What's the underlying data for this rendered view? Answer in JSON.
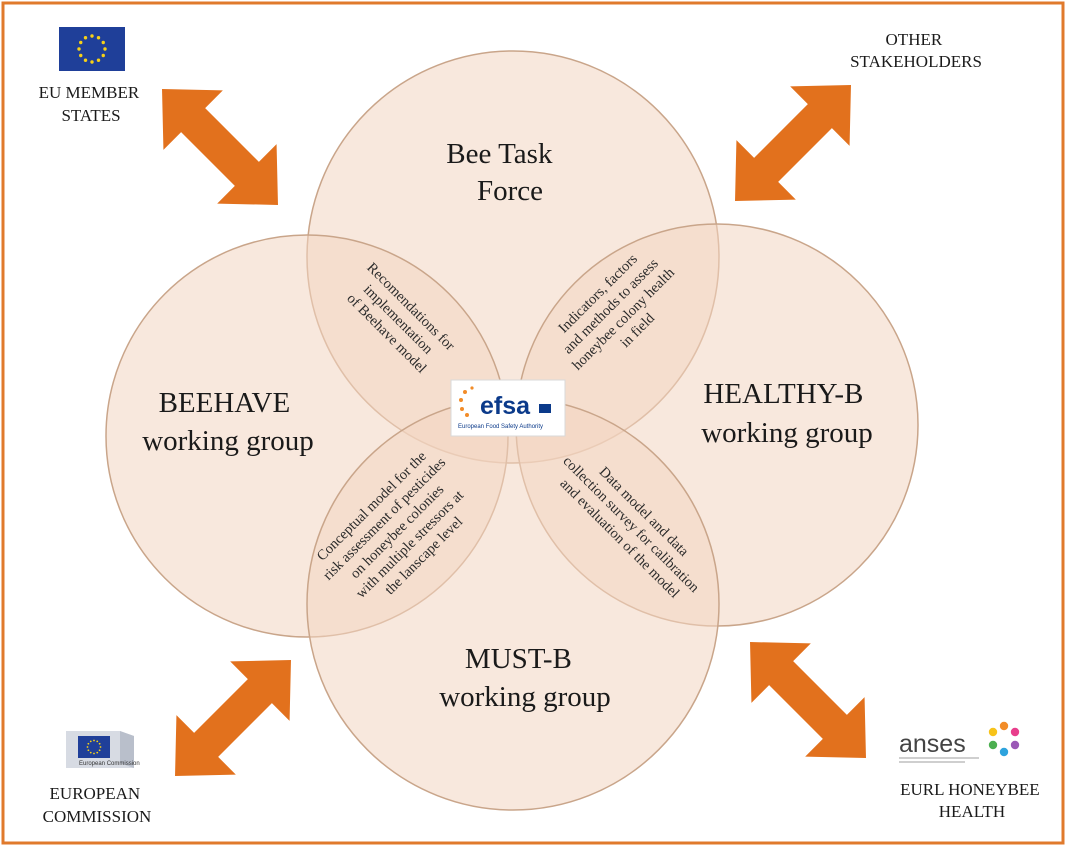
{
  "center": {
    "logo_text": "efsa",
    "logo_subtitle": "European Food Safety Authority"
  },
  "circles": {
    "top": [
      "Bee Task",
      "Force"
    ],
    "left": [
      "BEEHAVE",
      "working group"
    ],
    "right": [
      "HEALTHY-B",
      "working group"
    ],
    "bottom": [
      "MUST-B",
      "working group"
    ]
  },
  "overlaps": {
    "top_left": [
      "Recomendations for",
      "implementation",
      "of Beehave model"
    ],
    "top_right": [
      "Indicators, factors",
      "and methods to assess",
      "honeybee colony health",
      "in field"
    ],
    "bottom_left": [
      "Conceptual model for the",
      "risk assessment of pesticides",
      "on honeybee colonies",
      "with multiple stressors at",
      "the lanscape level"
    ],
    "bottom_right": [
      "Data model and data",
      "collection survey for calibration",
      "and evaluation of the model"
    ]
  },
  "stakeholders": {
    "top_left": [
      "EU MEMBER",
      "STATES"
    ],
    "top_right": [
      "OTHER",
      "STAKEHOLDERS"
    ],
    "bottom_left": [
      "EUROPEAN",
      "COMMISSION"
    ],
    "bottom_right": [
      "EURL HONEYBEE",
      "HEALTH"
    ]
  },
  "logos": {
    "anses": "anses",
    "ec_caption": "European Commission"
  },
  "colors": {
    "frame": "#e07a2c",
    "arrow": "#e2711d",
    "circle_fill": "#f7e4d7",
    "circle_stroke": "#c9a58a",
    "eu_blue": "#1f3f99",
    "eu_star": "#f7d117",
    "efsa_blue": "#0b3a8a",
    "efsa_orange": "#f28c28"
  }
}
